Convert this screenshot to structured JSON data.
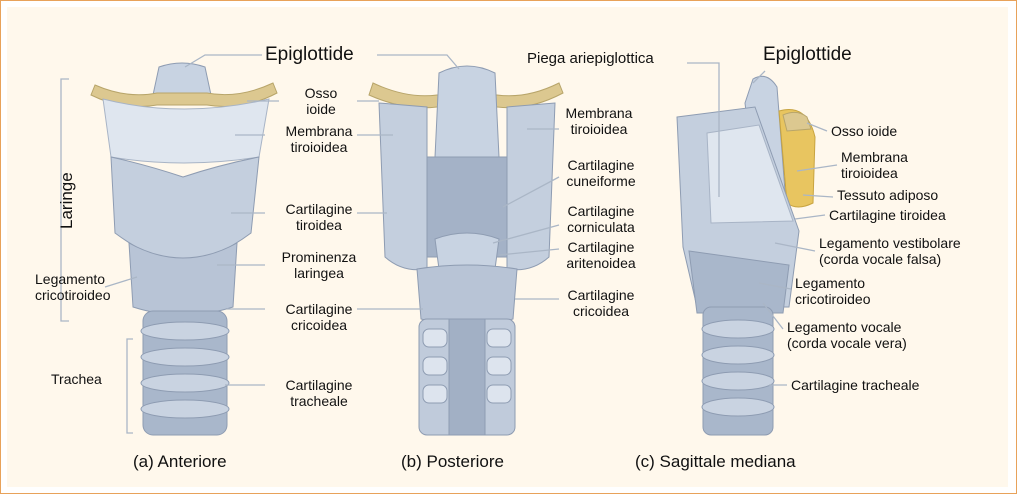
{
  "labels": {
    "a_epiglottide": "Epiglottide",
    "a_laringe": "Laringe",
    "a_legamento": "Legamento\ncricotiroideo",
    "a_trachea": "Trachea",
    "mid_osso_ioide": "Osso\nioide",
    "mid_membrana": "Membrana\ntiroioidea",
    "mid_tiroidea": "Cartilagine\ntiroidea",
    "mid_prominenza": "Prominenza\nlaringea",
    "mid_cricoidea": "Cartilagine\ncricoidea",
    "mid_tracheale": "Cartilagine\ntracheale",
    "b_membrana": "Membrana\ntiroioidea",
    "b_cuneiforme": "Cartilagine\ncuneiforme",
    "b_corniculata": "Cartilagine\ncorniculata",
    "b_aritenoidea": "Cartilagine\naritenoidea",
    "b_cricoidea": "Cartilagine\ncricoidea",
    "c_piega": "Piega ariepiglottica",
    "c_epiglottide": "Epiglottide",
    "c_osso_ioide": "Osso ioide",
    "c_membrana": "Membrana\ntiroioidea",
    "c_tessuto": "Tessuto adiposo",
    "c_tiroidea": "Cartilagine tiroidea",
    "c_vestibolare": "Legamento vestibolare\n(corda vocale falsa)",
    "c_legamento": "Legamento\ncricotiroideo",
    "c_vocale": "Legamento vocale\n(corda vocale vera)",
    "c_tracheale": "Cartilagine tracheale"
  },
  "captions": {
    "a": "(a) Anteriore",
    "b": "(b) Posteriore",
    "c": "(c) Sagittale mediana"
  },
  "colors": {
    "frame": "#e8a25a",
    "panel": "#fff8ec",
    "cartilage": "#c4cfde",
    "cartilage_dark": "#9aa8bd",
    "bone": "#dcc890",
    "fat": "#e8c560",
    "leader": "#aab6c6"
  }
}
